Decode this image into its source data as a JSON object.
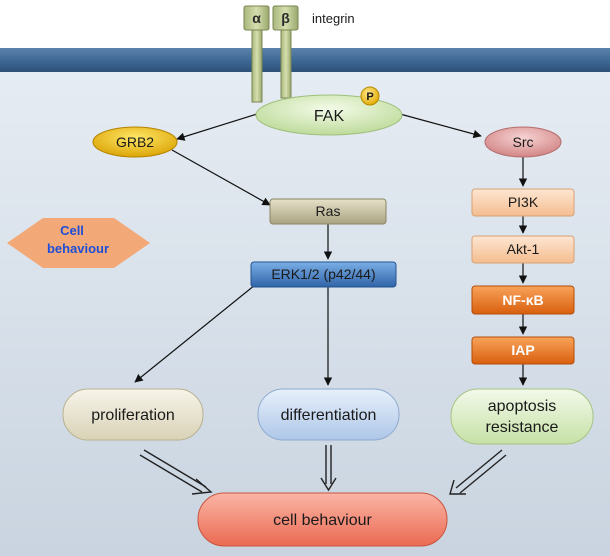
{
  "receptor": {
    "alpha": "α",
    "beta": "β",
    "name": "integrin"
  },
  "nodes": {
    "fak": "FAK",
    "phospho": "P",
    "grb2": "GRB2",
    "src": "Src",
    "ras": "Ras",
    "erk": "ERK1/2 (p42/44)",
    "pi3k": "PI3K",
    "akt": "Akt-1",
    "nfkb": "NF-κB",
    "iap": "IAP",
    "proliferation": "proliferation",
    "differentiation": "differentiation",
    "apoptosis_line1": "apoptosis",
    "apoptosis_line2": "resistance",
    "cell_behaviour": "cell behaviour"
  },
  "side_label": {
    "line1": "Cell",
    "line2": "behaviour"
  },
  "colors": {
    "membrane": "#3f6a96",
    "cytoplasm": "#dbe3ed",
    "fak": "#dbeec0",
    "grb2": "#f2c200",
    "src": "#e9a7a7",
    "ras": "#cfc8a8",
    "erk": "#4d86c8",
    "pi3k_akt": "#fbd6b5",
    "nfkb_iap": "#ef7b22",
    "proliferation": "#e8e3cf",
    "differentiation": "#c9daf0",
    "apoptosis": "#ddedc4",
    "cell_behaviour": "#f4836f",
    "side_diamond": "#f2a877"
  }
}
